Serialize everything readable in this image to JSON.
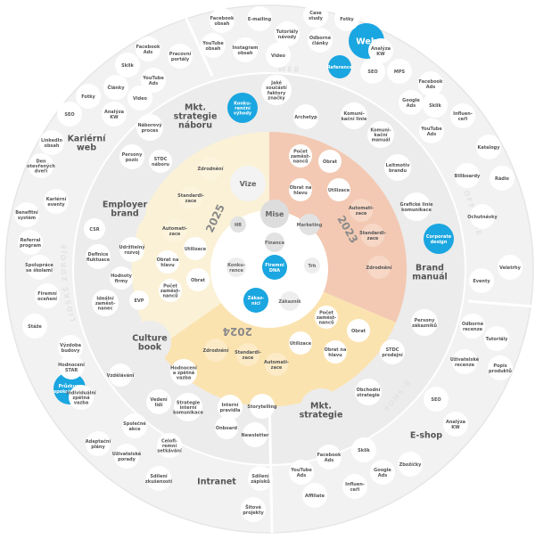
{
  "sections": {
    "web": "WEB",
    "offline": "OFF-LINE",
    "eshop": "E-SHOP",
    "lidske_zdroje": "LIDSKÉ ZDROJE"
  },
  "years": {
    "y2023": "2023",
    "y2024": "2024",
    "y2025": "2025"
  },
  "core": {
    "vize": "Vize",
    "mise": "Mise",
    "hr": "HR",
    "marketing": "Marketing",
    "finance": "Finance",
    "konkurence": "Konku-\nrence",
    "trh": "Trh",
    "zakaznik": "Zákazník",
    "firemni_dna": "Firemní\nDNA",
    "zakaznici": "Zákaz-\nníci"
  },
  "year_2023": [
    "Počet\nzaměst-\nnanců",
    "Obrat",
    "Obrat na\nhlavu",
    "Utilizace",
    "Automati-\nzace",
    "Standardi-\nzace",
    "Zdrodnění"
  ],
  "year_2024": [
    "Počet\nzaměst-\nnanců",
    "Obrat",
    "Obrat na\nhlavu",
    "Utilizace",
    "Automati-\nzace",
    "Standardi-\nzace",
    "Zdrodnění"
  ],
  "year_2025": [
    "Zdrodnění",
    "Standardi-\nzace",
    "Automati-\nzace",
    "Utilizace",
    "Obrat na\nhlavu",
    "Počet\nzaměst-\nnanců",
    "Obrat"
  ],
  "mid_ring": {
    "mkt_strategie_naboru": "Mkt.\nstrategie\nnáboru",
    "employer_brand": "Employer\nbrand",
    "culture_book": "Culture\nbook",
    "mkt_strategie": "Mkt.\nstrategie",
    "brand_manual": "Brand\nmanuál",
    "archetyp": "Archetyp",
    "komunikacni_linie": "Komuni-\nkační linie",
    "komunikacni_manual": "Komuni-\nkační\nmanuál",
    "leitmotiv": "Leitmotiv\nbrandu",
    "graficke_linie": "Grafické linie\nkomunikace",
    "mise_soucasti": "Jaké\nsoučástí\nfaktory\nznačky",
    "naborovy_proces": "Náborový\nproces",
    "persony_pozic": "Persony\npozic",
    "stdc_naboru": "STDC\nnáboru",
    "csr": "CSR",
    "definice_fluktuace": "Definice\nfluktuace",
    "udrzitelny_rozvoj": "Udržitelný\nrozvoj",
    "hodnoty_firmy": "Hodnoty\nfirmy",
    "idealni_zamestnanec": "Ideální\nzaměst-\nnanec",
    "evp": "EVP",
    "vzdelavani": "Vzdělávání",
    "hodnoceni_zpetna_vazba": "Hodnocení\na zpětná\nvazba",
    "vedeni_lidi": "Vedení\nlidí",
    "strategie_interni": "Strategie\ninterní\nkomunikace",
    "interni_pravidla": "Interní\npravidla",
    "storytelling": "Storytelling",
    "onboard": "Onboard",
    "newsletter": "Newsletter",
    "persony_zakazniku": "Persony\nzákazníků",
    "stdc_prodejni": "STDC\nprodejní",
    "obchodni_strategie": "Obchodní\nstrategie"
  },
  "outer": {
    "karierni_web": "Kariérní\nweb",
    "intranet": "Intranet",
    "web": "Web",
    "eshop": "E-shop",
    "reference": "Reference",
    "korporate_design": "Corporate\ndesign",
    "prizkum": "Průzkum\nspokojenosti",
    "konkurencni_vyhody": "Konku-\nrenční\nvýhody",
    "items": [
      "Facebook\nobsah",
      "E-mailing",
      "Tutoriály\nnávody",
      "Case\nstudy",
      "Fotky",
      "YouTube\nobsah",
      "Instagram\nobsah",
      "Video",
      "Odborné\nčlánky",
      "Analýza\nKW",
      "SEO",
      "MPS",
      "Facebook\nAds",
      "Google\nAds",
      "Sklik",
      "Influen-\nceři",
      "YouTube\nAds",
      "Katalogy",
      "Billboardy",
      "Rádio",
      "Ochutnávky",
      "Veletrhy",
      "Eventy",
      "Odborné\nrecenze",
      "Tutoriály",
      "Uživatelské\nrecenze",
      "Popis\nproduktů",
      "SEO",
      "Analýza\nKW",
      "Zbožíčky",
      "Influen-\nceři",
      "Google\nAds",
      "Sklik",
      "Facebook\nAds",
      "YouTube\nAds",
      "Affiliate",
      "Facebook\nAds",
      "Sklik",
      "YouTube\nAds",
      "Pracovní\nportály",
      "Fotky",
      "Články",
      "Video",
      "Analýza\nKW",
      "SEO",
      "LinkedIn\nobsah",
      "Den\notevřených\ndveří",
      "Kariérní\neventy",
      "Benefitní\nsystém",
      "Referral\nprogram",
      "Spolupráce\nse školami",
      "Firemní\noceňení",
      "Stáže",
      "Výzdoba\nbudovy",
      "Hodnocení\nSTAR",
      "Individuální\nzpětná\nvazba",
      "Společné\nakce",
      "Adaptační\nplány",
      "Uživatelské\nporady",
      "Celofi-\nremní\nsetkávání",
      "Sdílení\nzkušeností",
      "Sdílení\nzápisků",
      "Šitové\nprojekty"
    ]
  }
}
